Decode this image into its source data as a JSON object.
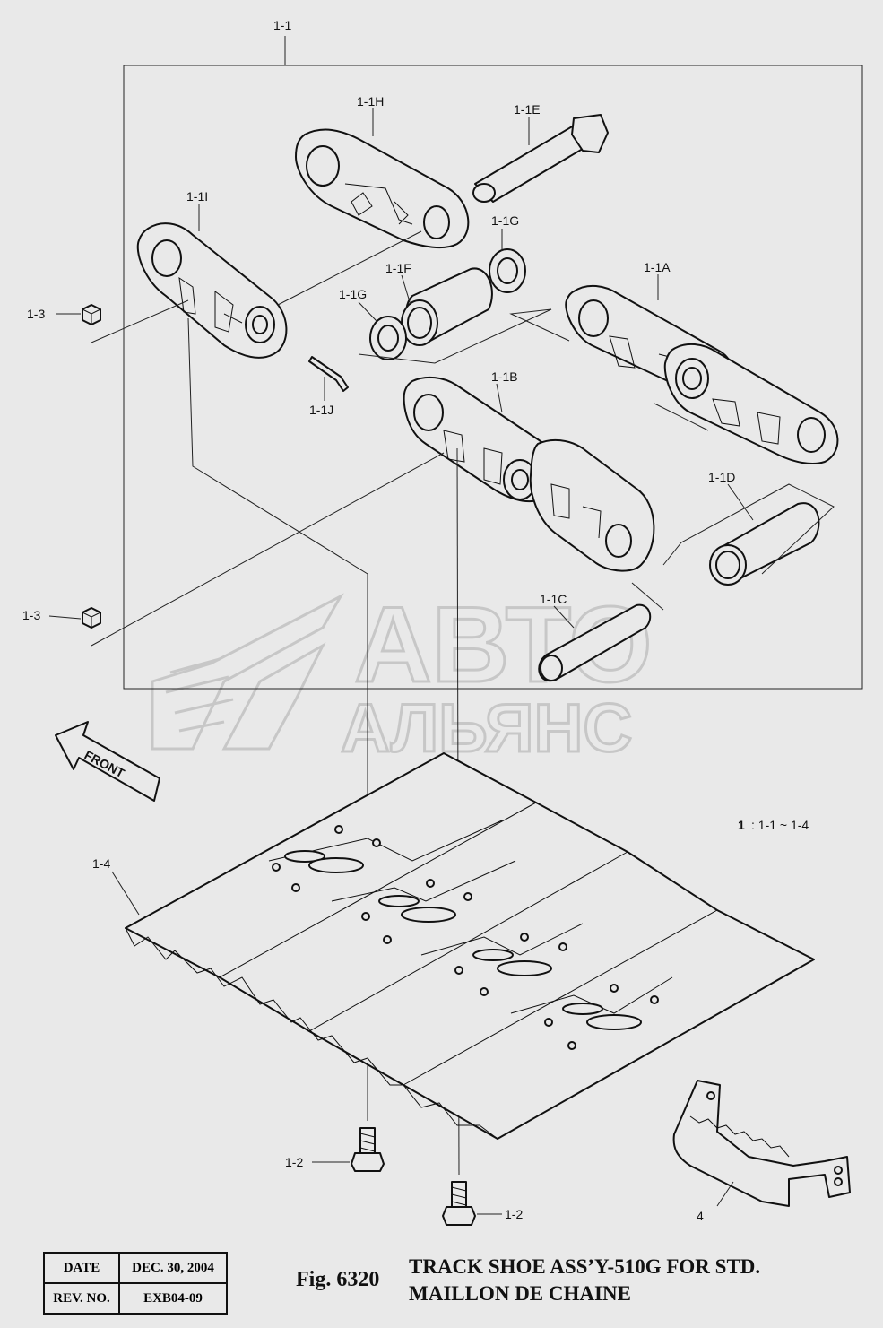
{
  "parts": {
    "p1_1": "1-1",
    "p1_1H": "1-1H",
    "p1_1E": "1-1E",
    "p1_1I": "1-1I",
    "p1_1G_top": "1-1G",
    "p1_1F": "1-1F",
    "p1_1A": "1-1A",
    "p1_1G_left": "1-1G",
    "p1_3_top": "1-3",
    "p1_1B": "1-1B",
    "p1_1J": "1-1J",
    "p1_1D": "1-1D",
    "p1_3_bottom": "1-3",
    "p1_1C": "1-1C",
    "p1_4": "1-4",
    "p1_2_left": "1-2",
    "p1_2_right": "1-2",
    "p4": "4"
  },
  "front_label": "FRONT",
  "kit_note": {
    "number": "1",
    "range": ": 1-1 ~ 1-4"
  },
  "watermark": {
    "line1": "АВТО",
    "line2": "АЛЬЯНС"
  },
  "info": {
    "date_label": "DATE",
    "date_value": "DEC. 30, 2004",
    "rev_label": "REV. NO.",
    "rev_value": "EXB04-09"
  },
  "figure": {
    "number": "Fig. 6320",
    "title_en": "TRACK SHOE ASS’Y-510G FOR STD.",
    "title_fr": "MAILLON DE CHAINE"
  }
}
